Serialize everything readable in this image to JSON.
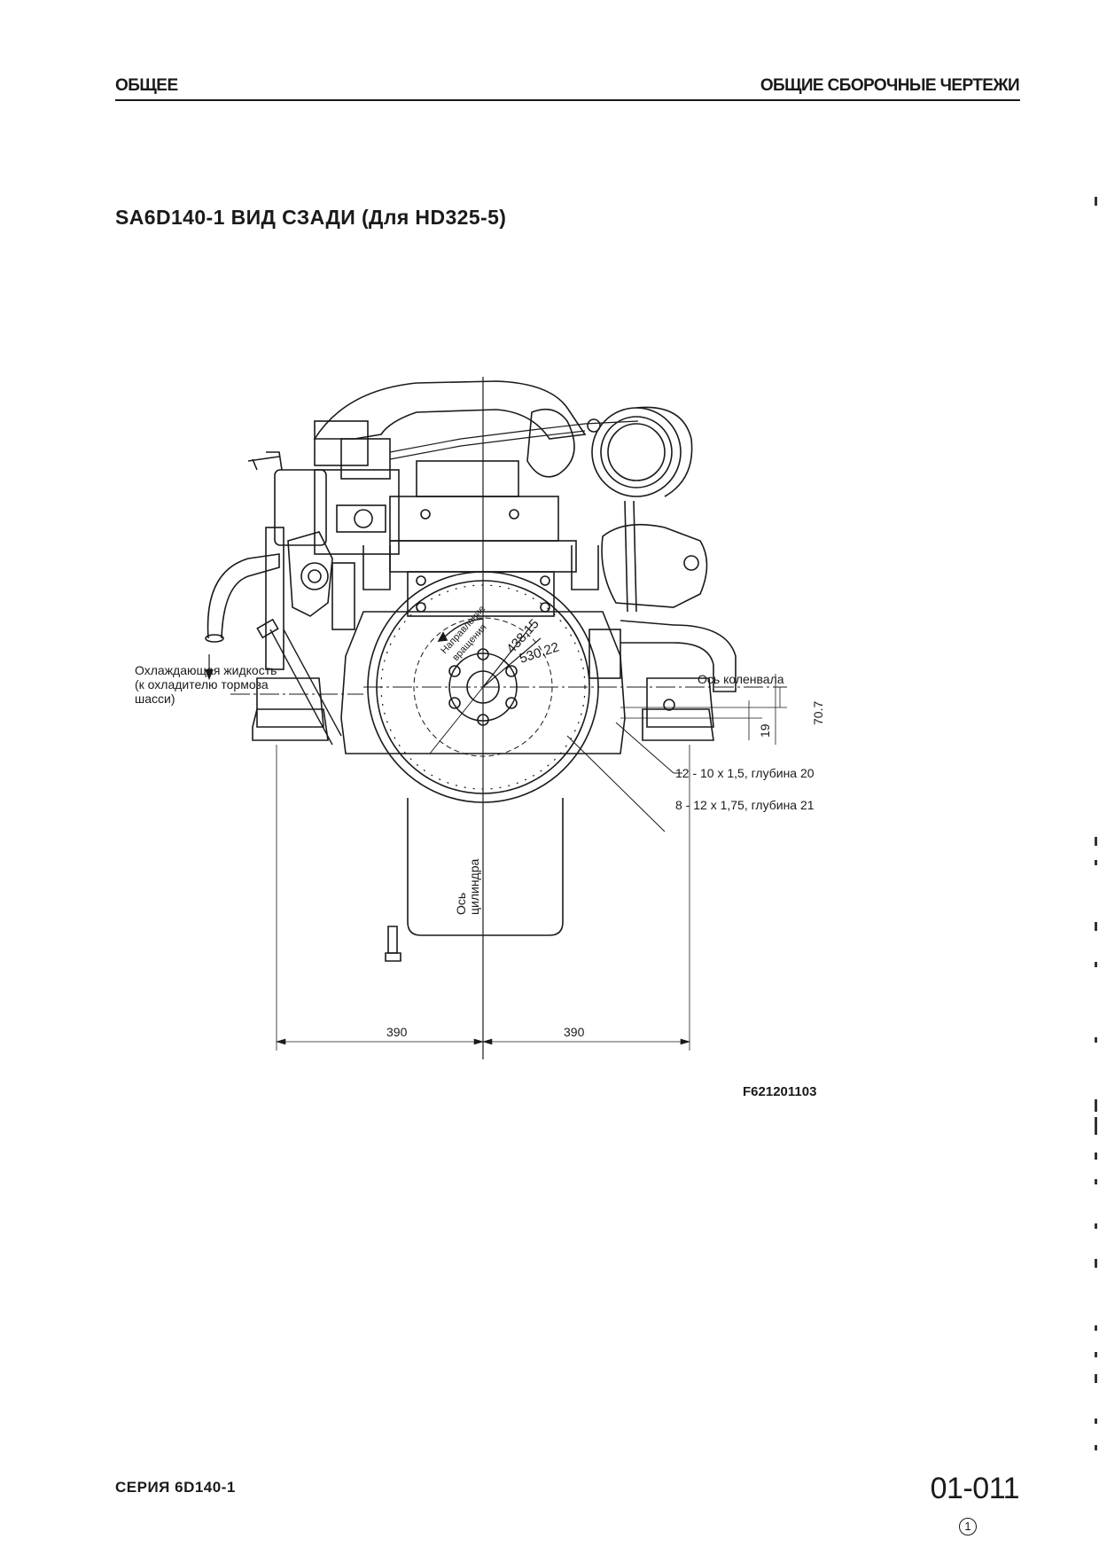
{
  "header": {
    "left": "ОБЩЕЕ",
    "right": "ОБЩИЕ СБОРОЧНЫЕ ЧЕРТЕЖИ"
  },
  "title": "SA6D140-1 ВИД СЗАДИ (Для HD325-5)",
  "drawing": {
    "coolant_label": [
      "Охлаждающая жидкость",
      "(к охладителю тормоза",
      "шасси)"
    ],
    "rotation_label": [
      "Направление",
      "вращения"
    ],
    "dim_pcd_inner": "438.15",
    "dim_pcd_outer": "530.22",
    "crankshaft_axis": "Ось коленвала",
    "dim_70_7": "70.7",
    "dim_19": "19",
    "hole_spec_1": "12 - 10 x 1,5, глубина 20",
    "hole_spec_2": "8 - 12 x 1,75, глубина 21",
    "cylinder_axis": [
      "Ось",
      "цилиндра"
    ],
    "dim_left": "390",
    "dim_right": "390"
  },
  "figure_code": "F621201103",
  "footer": {
    "series": "СЕРИЯ 6D140-1",
    "page": "01-011",
    "revision": "1"
  }
}
